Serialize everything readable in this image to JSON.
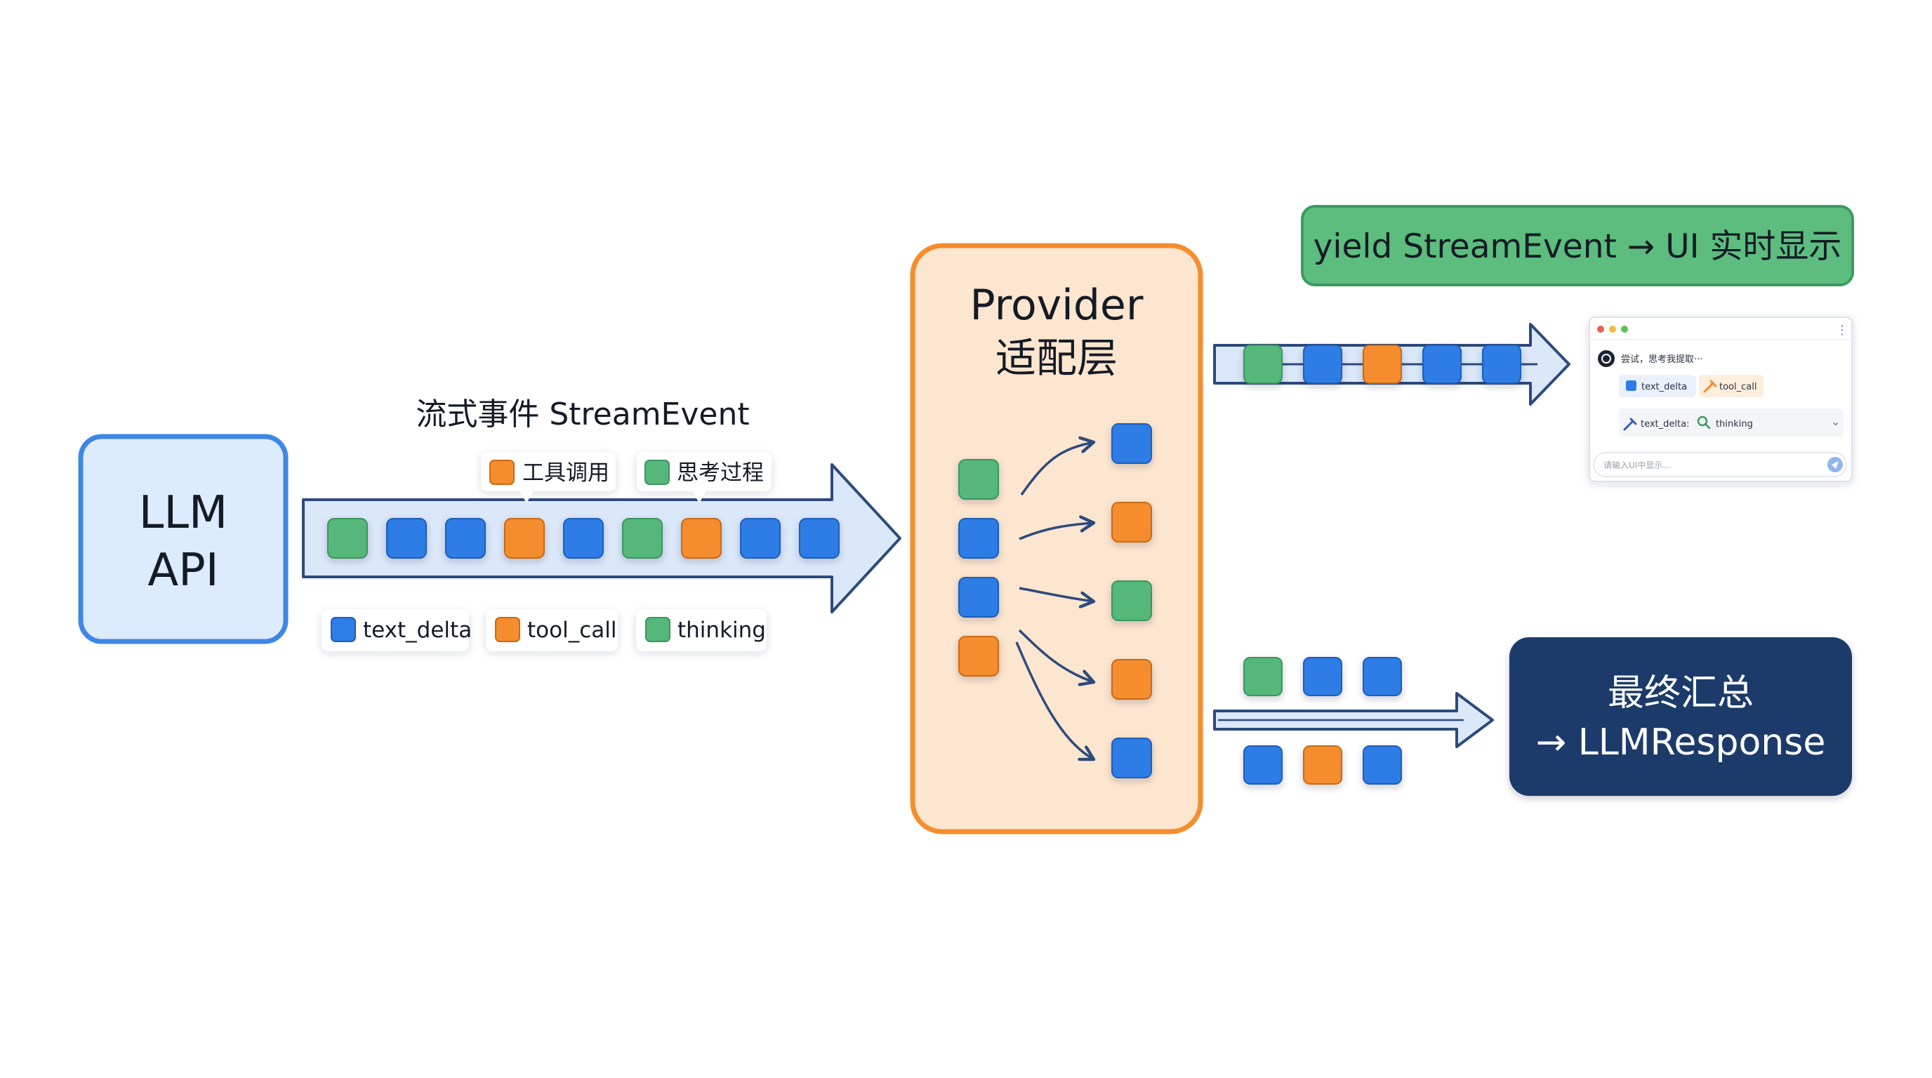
{
  "colors": {
    "blue": "#2f7de6",
    "orange": "#f58d2e",
    "green": "#55b87a",
    "arrow_fill": "#dbe8fa",
    "arrow_stroke": "#2d4a7c",
    "llm_fill": "#dcebfd",
    "llm_stroke": "#3f86e6",
    "provider_fill": "#fde6cf",
    "provider_stroke": "#f58d2e",
    "yield_fill": "#5cbd7e",
    "yield_stroke": "#3c9b5e",
    "final_fill": "#1d3a6b"
  },
  "llm_api": {
    "line1": "LLM",
    "line2": "API"
  },
  "stream": {
    "title": "流式事件 StreamEvent",
    "sequence": [
      "green",
      "blue",
      "blue",
      "orange",
      "blue",
      "green",
      "orange",
      "blue",
      "blue"
    ],
    "callouts": [
      {
        "color": "orange",
        "label": "工具调用"
      },
      {
        "color": "green",
        "label": "思考过程"
      }
    ],
    "legend": [
      {
        "color": "blue",
        "label": "text_delta"
      },
      {
        "color": "orange",
        "label": "tool_call"
      },
      {
        "color": "green",
        "label": "thinking"
      }
    ]
  },
  "provider": {
    "line1": "Provider",
    "line2": "适配层",
    "inputs": [
      "green",
      "blue",
      "blue",
      "orange"
    ],
    "outputs": [
      "blue",
      "orange",
      "green",
      "orange",
      "blue"
    ]
  },
  "yield_box": {
    "label": "yield StreamEvent → UI 实时显示"
  },
  "top_sequence": [
    "green",
    "blue",
    "orange",
    "blue",
    "blue"
  ],
  "chat_preview": {
    "menu_icon": "⋮",
    "message": "尝试，思考我提取···",
    "chip1": "text_delta",
    "chip2": "tool_call",
    "row_label1": "text_delta:",
    "row_label2": "thinking",
    "chevron": "⌄",
    "input_placeholder": "请输入UI中显示..."
  },
  "bottom_blocks": {
    "row1": [
      "green",
      "blue",
      "blue"
    ],
    "row2": [
      "blue",
      "orange",
      "blue"
    ]
  },
  "final_box": {
    "line1": "最终汇总",
    "line2": "→ LLMResponse"
  }
}
